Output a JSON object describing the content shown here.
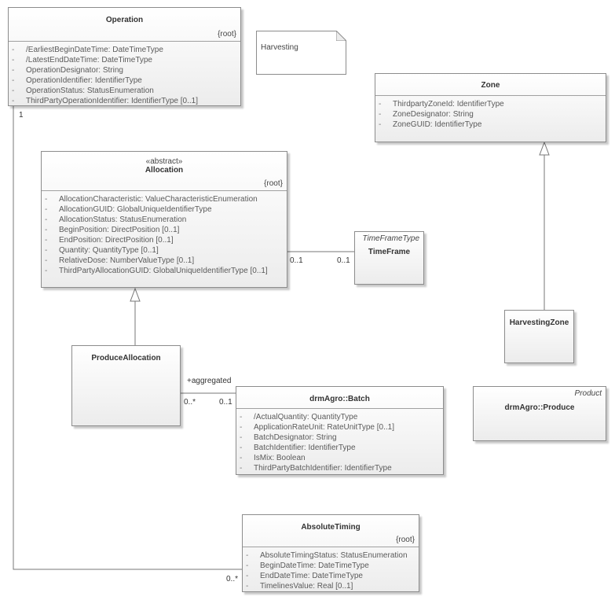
{
  "note": {
    "text": "Harvesting"
  },
  "classes": {
    "operation": {
      "name": "Operation",
      "tag": "{root}",
      "attributes": [
        "/EarliestBeginDateTime: DateTimeType",
        "/LatestEndDateTime: DateTimeType",
        "OperationDesignator: String",
        "OperationIdentifier: IdentifierType",
        "OperationStatus: StatusEnumeration",
        "ThirdPartyOperationIdentifier: IdentifierType [0..1]"
      ]
    },
    "zone": {
      "name": "Zone",
      "attributes": [
        "ThirdpartyZoneId: IdentifierType",
        "ZoneDesignator: String",
        "ZoneGUID: IdentifierType"
      ]
    },
    "allocation": {
      "stereotype": "«abstract»",
      "name": "Allocation",
      "tag": "{root}",
      "attributes": [
        "AllocationCharacteristic: ValueCharacteristicEnumeration",
        "AllocationGUID: GlobalUniqueIdentifierType",
        "AllocationStatus: StatusEnumeration",
        "BeginPosition: DirectPosition [0..1]",
        "EndPosition: DirectPosition [0..1]",
        "Quantity: QuantityType [0..1]",
        "RelativeDose: NumberValueType [0..1]",
        "ThirdPartyAllocationGUID: GlobalUniqueIdentifierType [0..1]"
      ]
    },
    "timeframe": {
      "parent_type": "TimeFrameType",
      "name": "TimeFrame"
    },
    "harvesting_zone": {
      "name": "HarvestingZone"
    },
    "produce_allocation": {
      "name": "ProduceAllocation"
    },
    "batch": {
      "name": "drmAgro::Batch",
      "attributes": [
        "/ActualQuantity: QuantityType",
        "ApplicationRateUnit: RateUnitType [0..1]",
        "BatchDesignator: String",
        "BatchIdentifier: IdentifierType",
        "IsMix: Boolean",
        "ThirdPartyBatchIdentifier: IdentifierType"
      ]
    },
    "produce": {
      "parent_type": "Product",
      "name": "drmAgro::Produce"
    },
    "absolute_timing": {
      "name": "AbsoluteTiming",
      "tag": "{root}",
      "attributes": [
        "AbsoluteTimingStatus: StatusEnumeration",
        "BeginDateTime: DateTimeType",
        "EndDateTime: DateTimeType",
        "TimelinesValue: Real [0..1]"
      ]
    }
  },
  "connectors": {
    "operation_end": "1",
    "timing_end": "0..*",
    "allocation_tf_end": "0..1",
    "timeframe_end": "0..1",
    "aggregated_role": "+aggregated",
    "produce_alloc_end": "0..*",
    "batch_end": "0..1"
  }
}
